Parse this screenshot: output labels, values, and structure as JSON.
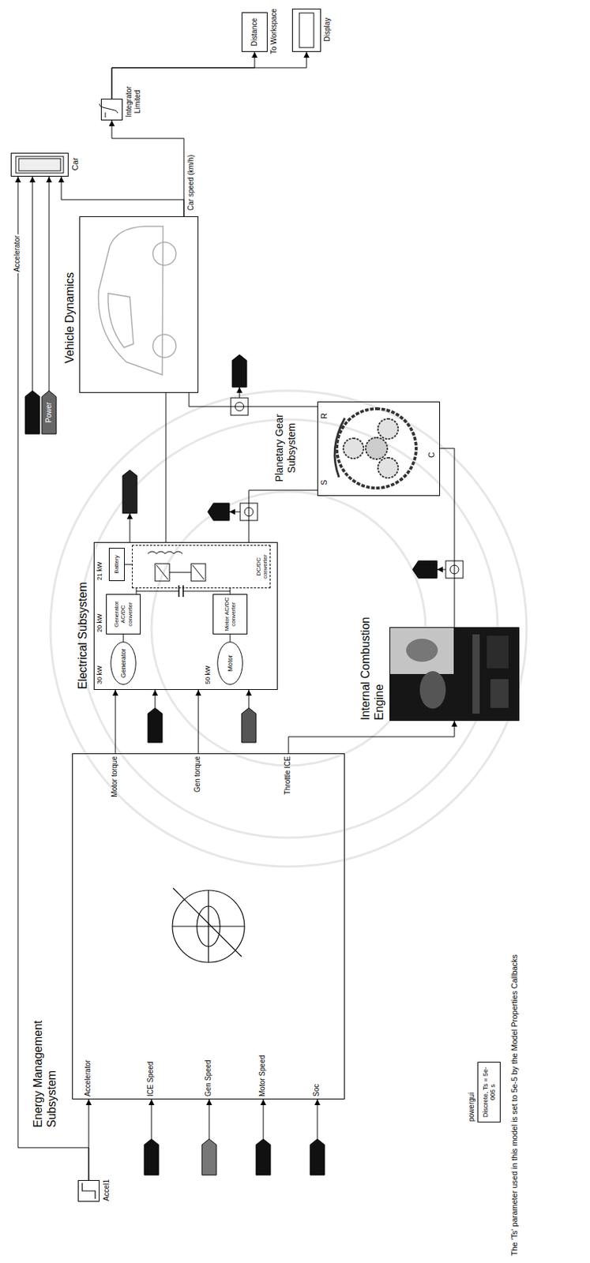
{
  "diagram": {
    "caption": "The 'Ts' parameter used in this model is set to 5e-5 by the Model Properties Callbacks",
    "nodes": [
      {
        "text": [
          "Energy Management Subsystem"
        ]
      },
      {
        "text": [
          "Accel1"
        ]
      },
      {
        "text": [
          "Electrical Subsystem"
        ]
      },
      {
        "text": [
          "Generator"
        ],
        "in": 2
      },
      {
        "text": [
          "Generator AC/DC converter"
        ],
        "in": 2
      },
      {
        "text": [
          "Motor"
        ],
        "in": 2
      },
      {
        "text": [
          "Motor AC/DC converter"
        ],
        "in": 2
      },
      {
        "text": [
          "Battery"
        ],
        "in": 2
      },
      {
        "text": [
          "DC/DC converter"
        ],
        "in": 2
      },
      {
        "text": [
          "Internal Combustion Engine"
        ]
      },
      {
        "text": [
          "Planetary Gear Subsystem"
        ]
      },
      {
        "text": [
          "Vehicle Dynamics"
        ]
      },
      {
        "text": [
          "Car"
        ]
      },
      {
        "text": [
          "Integrator Limited"
        ]
      },
      {
        "text": [
          "Distance",
          "To Workspace"
        ]
      },
      {
        "text": [
          "Display"
        ]
      },
      {
        "text": [
          "powergui",
          "Discrete, Ts = 5e-005 s"
        ]
      },
      {
        "text": [
          "Power"
        ]
      }
    ],
    "edges": [
      {
        "from": 1,
        "to": 0,
        "arrow": "to"
      },
      {
        "from": 1,
        "to": 12,
        "label": "Accelerator",
        "arrow": "to"
      },
      {
        "from": 0,
        "to": 2,
        "arrow": "to"
      },
      {
        "from": 0,
        "to": 2,
        "arrow": "to"
      },
      {
        "from": 0,
        "to": 9,
        "arrow": "to"
      },
      {
        "from": 2,
        "to": 10,
        "arrow": "none"
      },
      {
        "from": 9,
        "to": 10,
        "arrow": "none"
      },
      {
        "from": 10,
        "to": 11,
        "arrow": "none"
      },
      {
        "from": 2,
        "to": 11,
        "arrow": "none"
      },
      {
        "from": 11,
        "to": 12,
        "label": "Car speed (km/h)",
        "arrow": "to"
      },
      {
        "from": 11,
        "to": 13,
        "arrow": "to"
      },
      {
        "from": 13,
        "to": 14,
        "arrow": "to"
      },
      {
        "from": 13,
        "to": 15,
        "arrow": "to"
      },
      {
        "from": 17,
        "to": 12,
        "arrow": "to"
      },
      {
        "from": 3,
        "to": 4,
        "arrow": "none"
      },
      {
        "from": 5,
        "to": 6,
        "arrow": "none"
      },
      {
        "from": 4,
        "to": 8,
        "arrow": "none"
      },
      {
        "from": 6,
        "to": 8,
        "arrow": "none"
      },
      {
        "from": 8,
        "to": 7,
        "arrow": "none"
      }
    ],
    "labels": [
      "Accelerator",
      "ICE Speed",
      "Gen Speed",
      "Motor Speed",
      "Soc",
      "Motor torque",
      "Gen torque",
      "Throttle ICE",
      "30 kW",
      "20 kW",
      "21 kW",
      "50 kW",
      "S",
      "R",
      "C"
    ]
  }
}
